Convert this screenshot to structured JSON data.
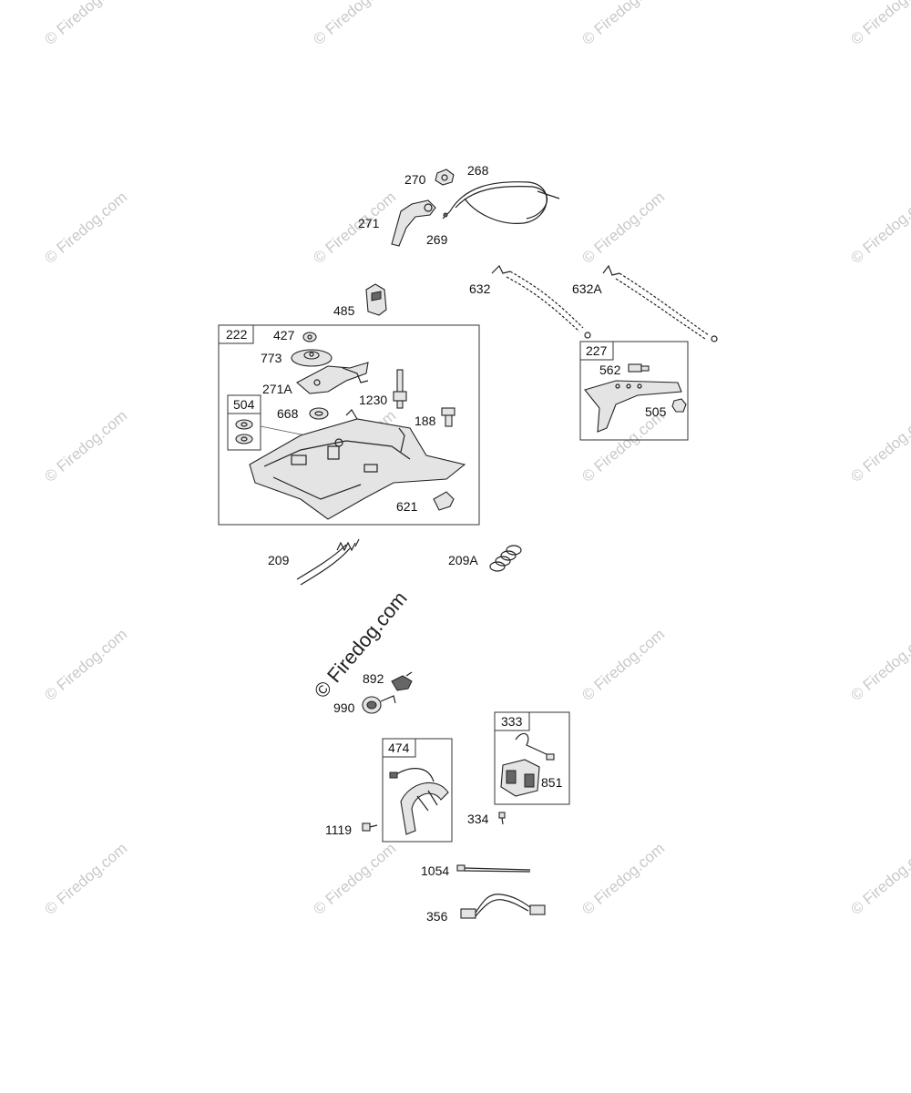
{
  "watermark": {
    "text": "© Firedog.com",
    "main_text": "© Firedog.com",
    "color": "#c9c9c9"
  },
  "labels": {
    "p270": "270",
    "p268": "268",
    "p271": "271",
    "p269": "269",
    "p632": "632",
    "p632A": "632A",
    "p485": "485",
    "p427": "427",
    "p773": "773",
    "p271A": "271A",
    "p1230": "1230",
    "p668": "668",
    "p188": "188",
    "p621": "621",
    "p562": "562",
    "p505": "505",
    "p209": "209",
    "p209A": "209A",
    "p892": "892",
    "p990": "990",
    "p1119": "1119",
    "p334": "334",
    "p851": "851",
    "p1054": "1054",
    "p356": "356"
  },
  "boxes": {
    "b222": "222",
    "b504": "504",
    "b227": "227",
    "b474": "474",
    "b333": "333"
  }
}
